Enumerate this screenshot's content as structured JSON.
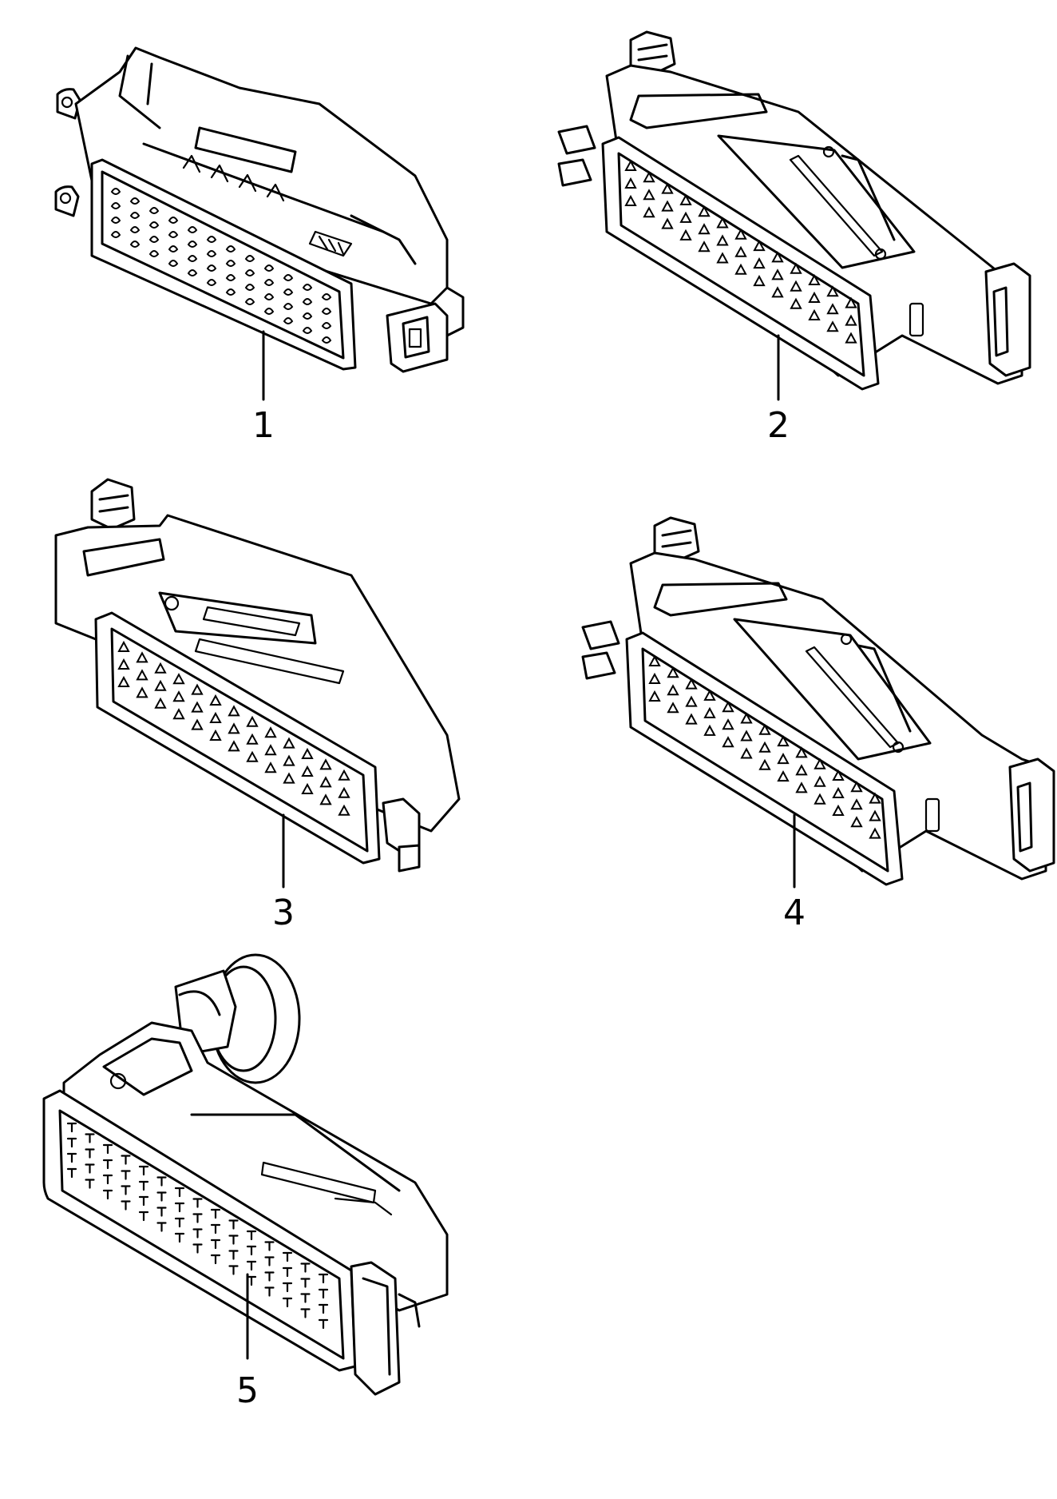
{
  "diagram": {
    "parts": [
      {
        "id": "1",
        "label": "1",
        "style": "connector-dense"
      },
      {
        "id": "2",
        "label": "2",
        "style": "connector-right-latch"
      },
      {
        "id": "3",
        "label": "3",
        "style": "connector-left-latch"
      },
      {
        "id": "4",
        "label": "4",
        "style": "connector-right-latch"
      },
      {
        "id": "5",
        "label": "5",
        "style": "connector-angled"
      }
    ],
    "line_color": "#000000",
    "background": "#ffffff"
  }
}
